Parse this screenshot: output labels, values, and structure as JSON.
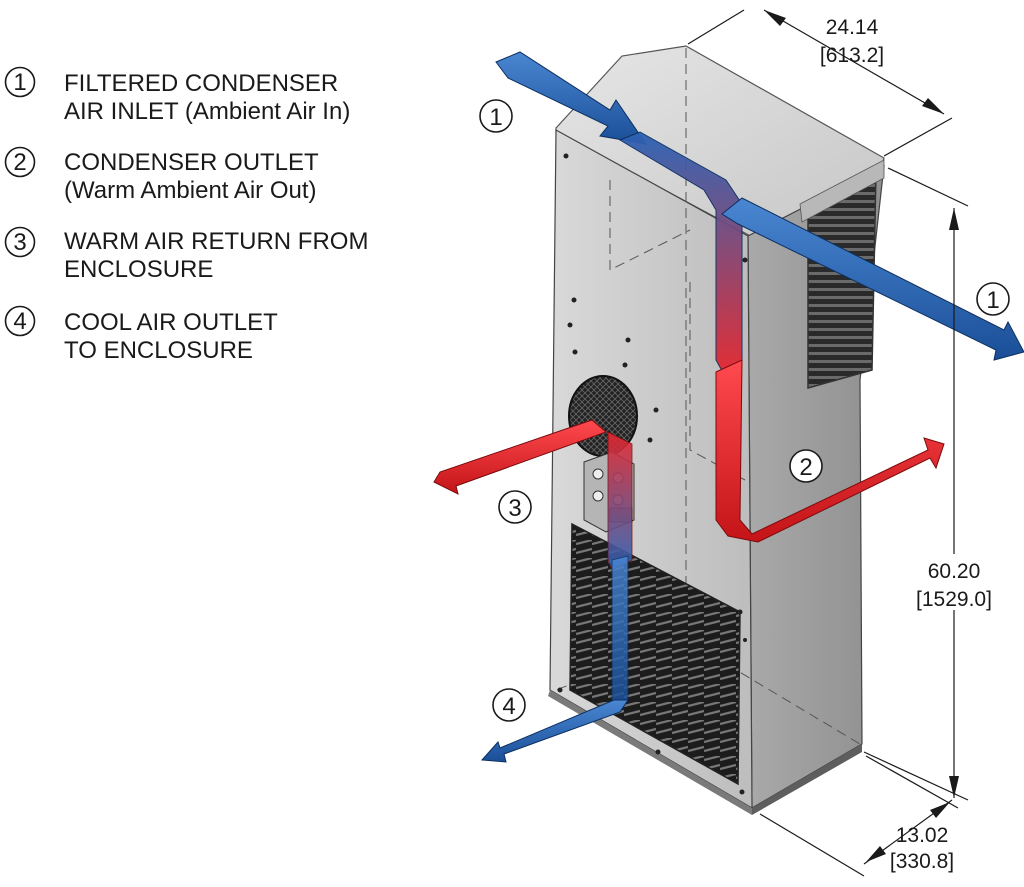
{
  "legend": [
    {
      "number": "1",
      "line1": "FILTERED CONDENSER",
      "line2": "AIR INLET (Ambient Air In)"
    },
    {
      "number": "2",
      "line1": "CONDENSER OUTLET",
      "line2": "(Warm Ambient Air Out)"
    },
    {
      "number": "3",
      "line1": "WARM AIR RETURN FROM",
      "line2": "ENCLOSURE"
    },
    {
      "number": "4",
      "line1": "COOL AIR OUTLET",
      "line2": "TO ENCLOSURE"
    }
  ],
  "callouts": {
    "inlet_top": "1",
    "inlet_right": "1",
    "outlet_condenser": "2",
    "return_enclosure": "3",
    "cool_outlet": "4"
  },
  "dimensions": {
    "width": {
      "inches": "24.14",
      "mm": "[613.2]"
    },
    "height": {
      "inches": "60.20",
      "mm": "[1529.0]"
    },
    "depth": {
      "inches": "13.02",
      "mm": "[330.8]"
    }
  },
  "colors": {
    "cold_air": "#1f5fb0",
    "warm_air": "#e8262c",
    "housing": "#c9c9c9"
  }
}
